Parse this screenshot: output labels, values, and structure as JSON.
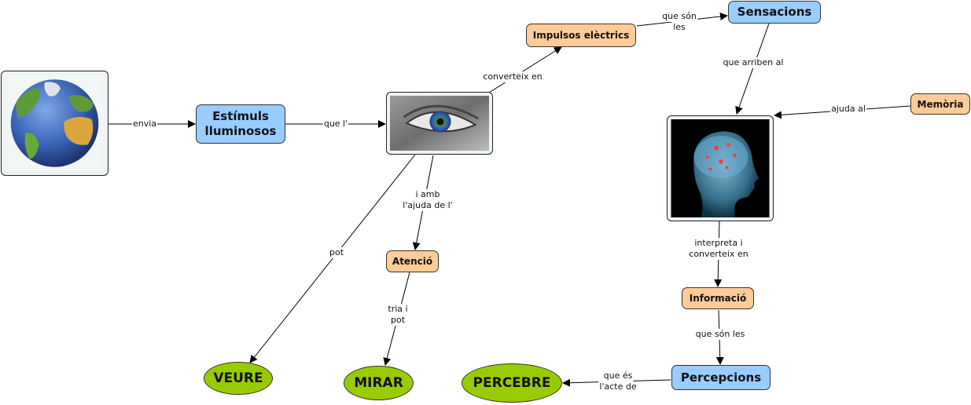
{
  "nodes": {
    "earth": {
      "label": "",
      "icon": "earth-globe-image"
    },
    "estimuls": {
      "label_line1": "Estímuls",
      "label_line2": "lluminosos"
    },
    "eye": {
      "label": "",
      "icon": "eye-image"
    },
    "impulsos": {
      "label": "Impulsos elèctrics"
    },
    "sensacions": {
      "label": "Sensacions"
    },
    "brain": {
      "label": "",
      "icon": "brain-head-image"
    },
    "memoria": {
      "label": "Memòria"
    },
    "informacio": {
      "label": "Informació"
    },
    "percepcions": {
      "label": "Percepcions"
    },
    "percebre": {
      "label": "PERCEBRE"
    },
    "atencio": {
      "label": "Atenció"
    },
    "veure": {
      "label": "VEURE"
    },
    "mirar": {
      "label": "MIRAR"
    }
  },
  "links": {
    "envia": "envia",
    "que_l": "que l'",
    "converteix_en": "converteix en",
    "que_son_les_1": "que són",
    "que_son_les_2": "les",
    "que_arriben_al": "que arriben al",
    "ajuda_al": "ajuda al",
    "interpreta_1": "interpreta i",
    "interpreta_2": "converteix en",
    "que_son_les": "que són les",
    "que_es_1": "que és",
    "que_es_2": "l'acte de",
    "i_amb_1": "i amb",
    "i_amb_2": "l'ajuda de l'",
    "tria_1": "tria i",
    "tria_2": "pot",
    "pot": "pot"
  },
  "colors": {
    "concept_blue": "#99ccff",
    "concept_orange": "#ffcc99",
    "concept_green": "#99cc00",
    "line": "#000000"
  }
}
